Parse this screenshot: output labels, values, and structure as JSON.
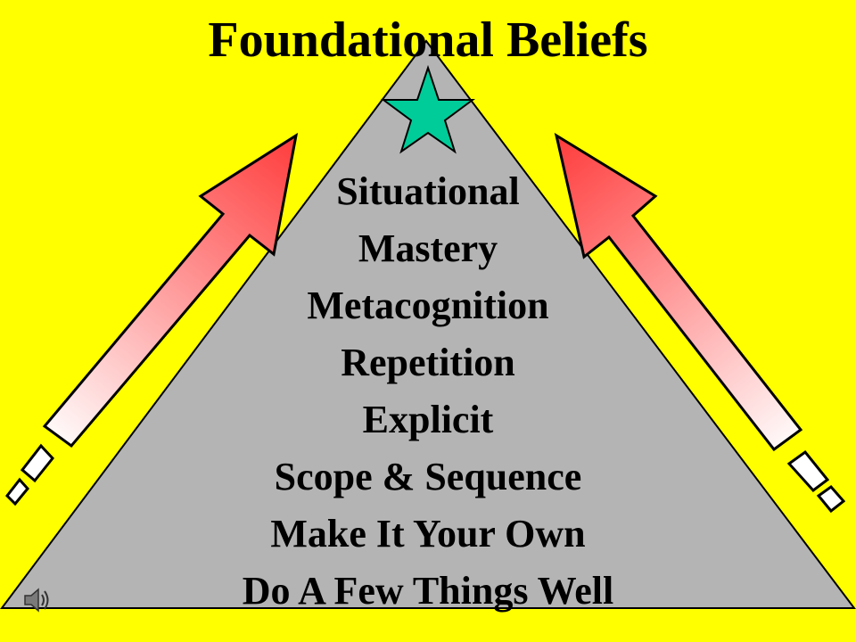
{
  "slide": {
    "title": "Foundational Beliefs",
    "beliefs": [
      "Situational",
      "Mastery",
      "Metacognition",
      "Repetition",
      "Explicit",
      "Scope & Sequence",
      "Make It Your Own",
      "Do A Few Things Well"
    ]
  },
  "colors": {
    "background": "#FFFF00",
    "pyramid": "#B4B4B4",
    "star": "#00CC99",
    "arrow_top": "#FF3B3B",
    "arrow_bottom": "#FFFFFF"
  },
  "icons": {
    "apex": "star-icon",
    "left_arrow": "arrow-up-right-icon",
    "right_arrow": "arrow-up-left-icon",
    "audio": "speaker-icon"
  }
}
